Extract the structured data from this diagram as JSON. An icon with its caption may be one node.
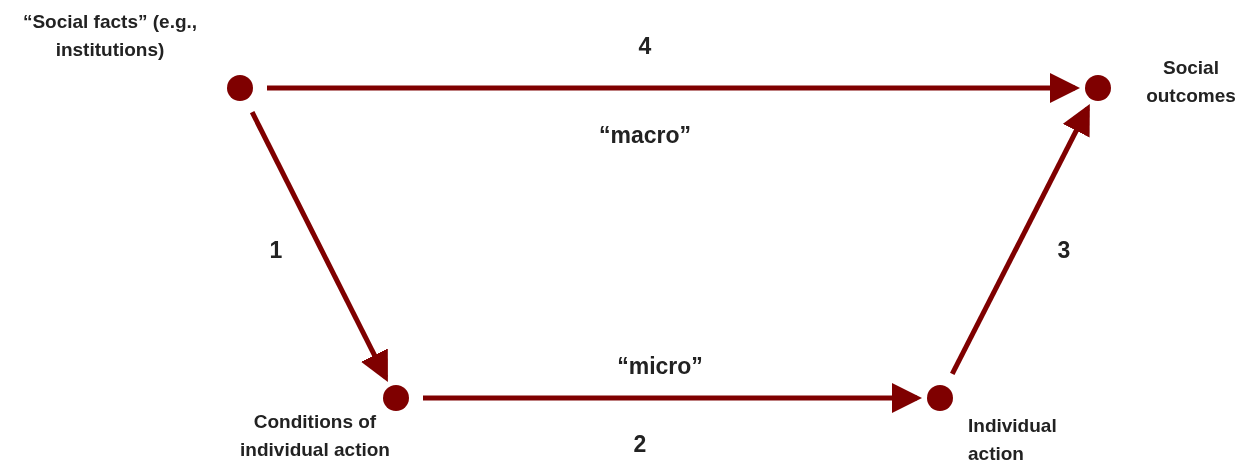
{
  "diagram": {
    "nodes": [
      {
        "text": [],
        "shape": "circle",
        "beside": [
          "“Social facts” (e.g., institutions)"
        ]
      },
      {
        "text": [],
        "shape": "circle",
        "beside": [
          "Social outcomes"
        ]
      },
      {
        "text": [],
        "shape": "circle",
        "beside": [
          "Conditions of individual action"
        ]
      },
      {
        "text": [],
        "shape": "circle",
        "beside": [
          "Individual action"
        ]
      }
    ],
    "edges": [
      {
        "from": 0,
        "to": 1,
        "arrow": "to",
        "label": "4"
      },
      {
        "from": 0,
        "to": 2,
        "arrow": "to",
        "label": "1"
      },
      {
        "from": 2,
        "to": 3,
        "arrow": "to",
        "label": "2"
      },
      {
        "from": 3,
        "to": 1,
        "arrow": "to",
        "label": "3"
      }
    ],
    "labels": [
      "“macro”",
      "“micro”"
    ]
  }
}
